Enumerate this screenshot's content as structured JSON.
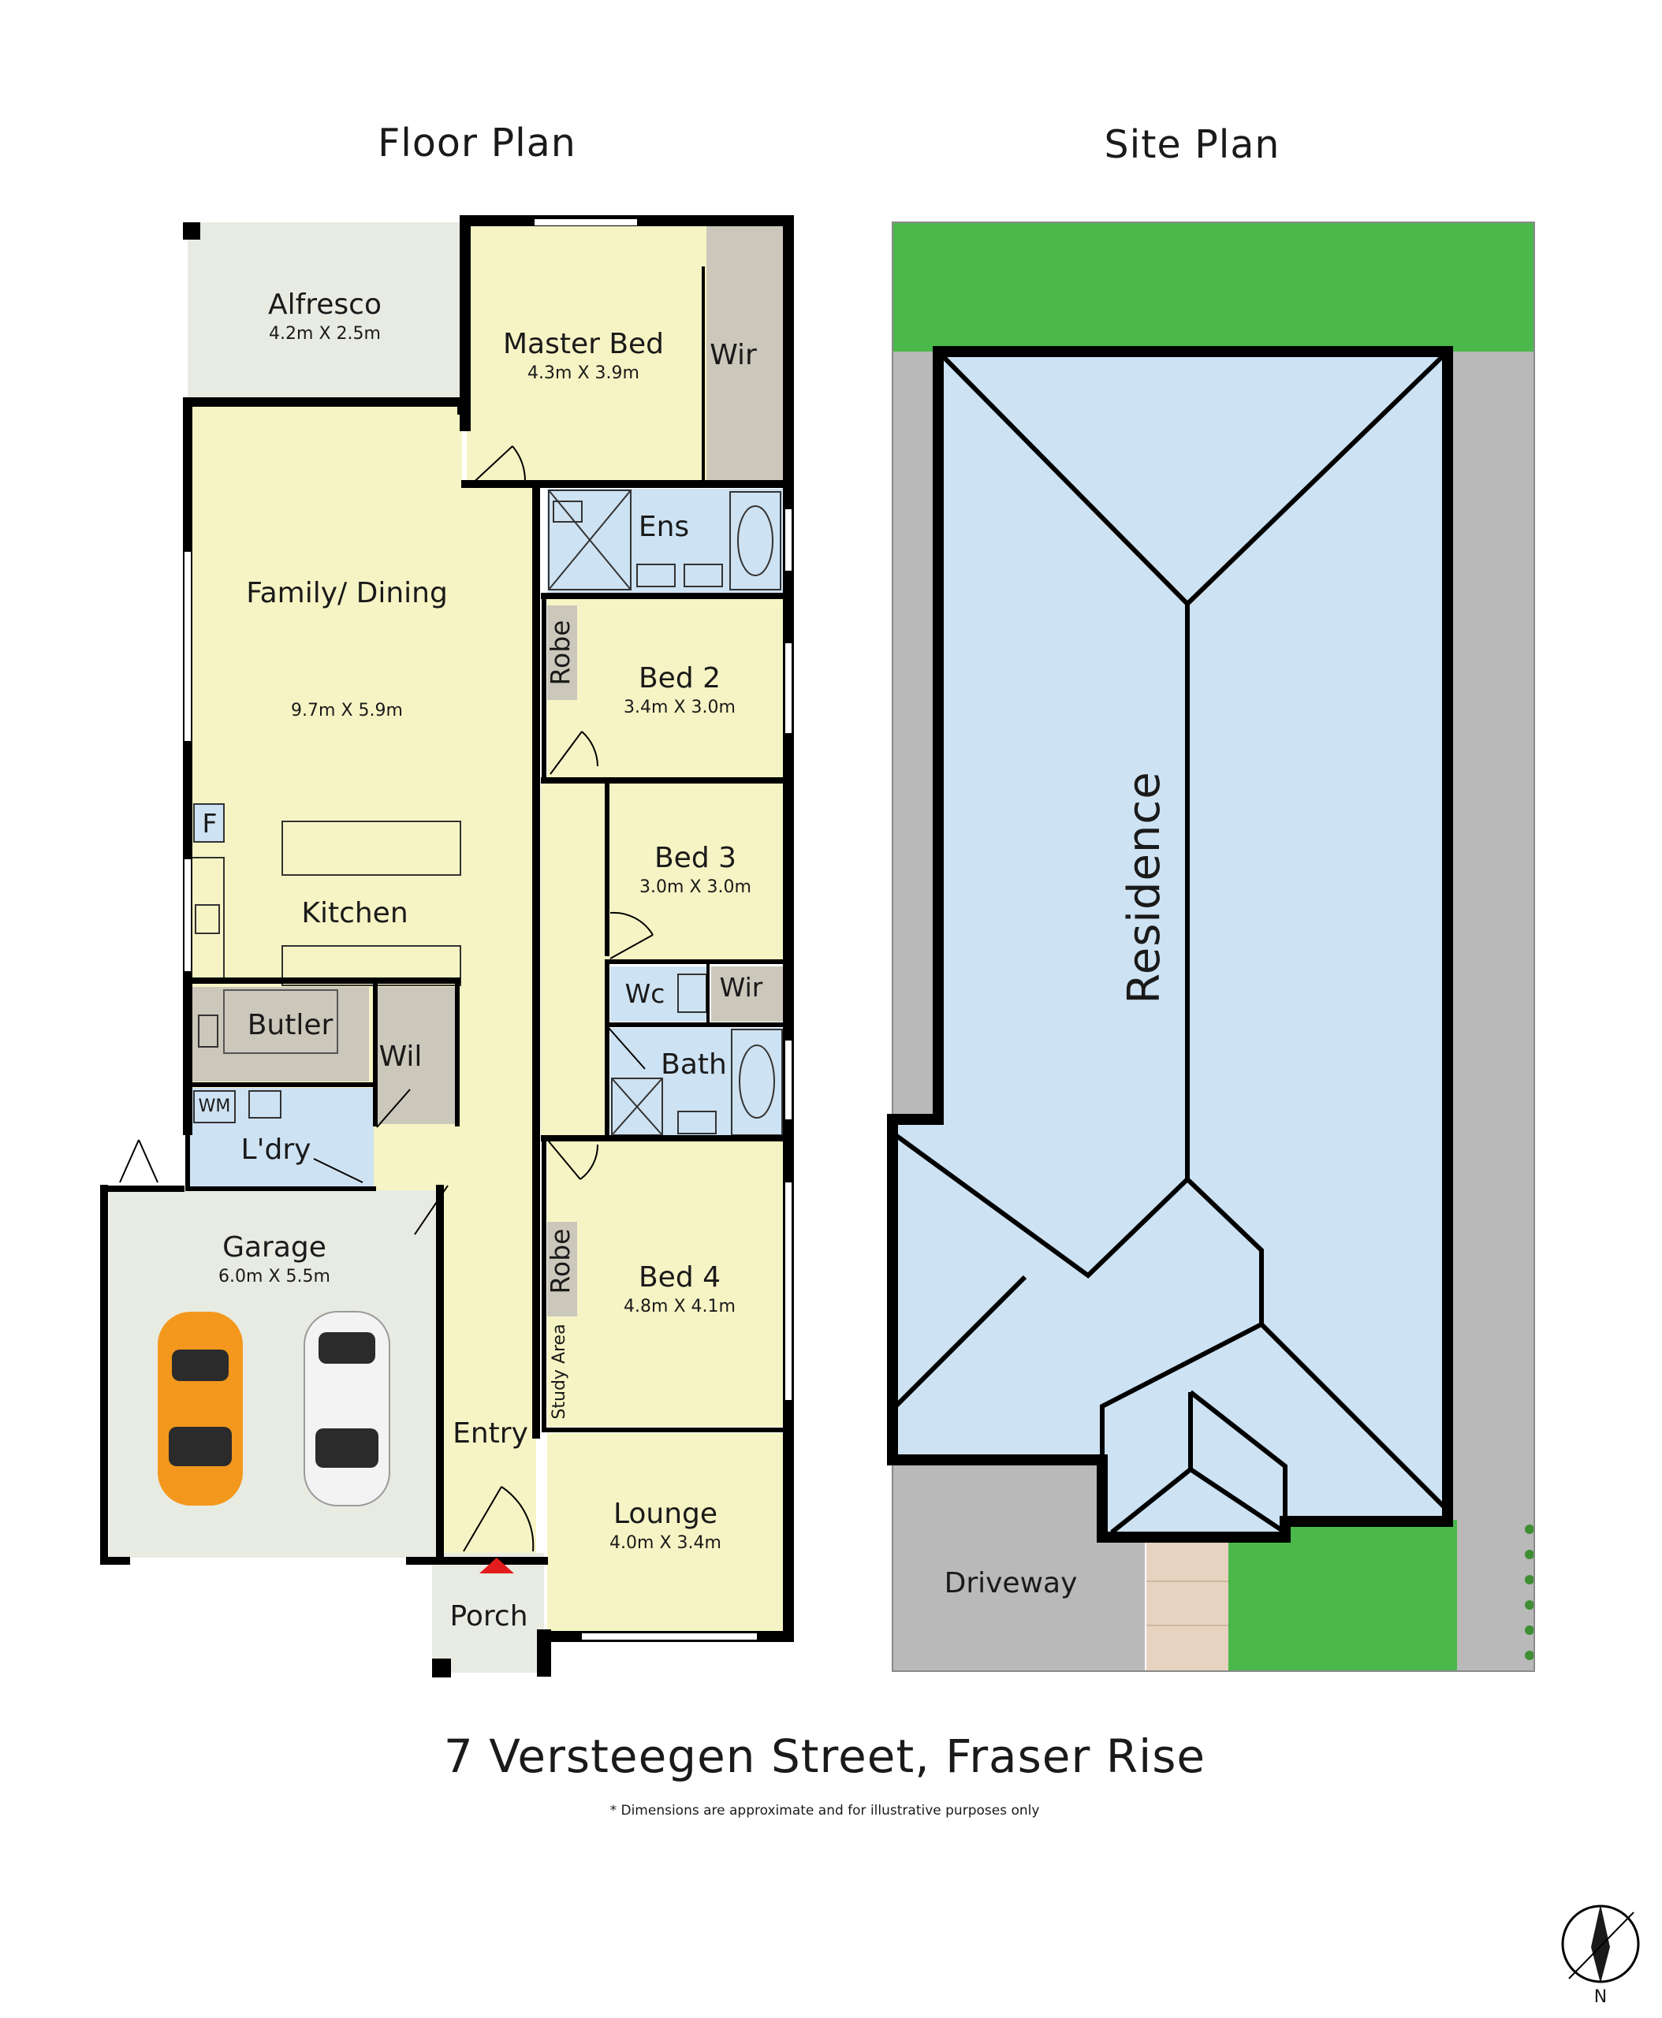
{
  "titles": {
    "floor_plan": "Floor Plan",
    "site_plan": "Site Plan"
  },
  "address": "7 Versteegen Street, Fraser Rise",
  "disclaimer": "* Dimensions are approximate and for illustrative purposes only",
  "compass_label": "N",
  "floor_plan": {
    "rooms": [
      {
        "id": "alfresco",
        "name": "Alfresco",
        "dims": "4.2m X 2.5m"
      },
      {
        "id": "master-bed",
        "name": "Master Bed",
        "dims": "4.3m X 3.9m"
      },
      {
        "id": "master-wir",
        "name": "Wir"
      },
      {
        "id": "ensuite",
        "name": "Ens"
      },
      {
        "id": "family-dining",
        "name": "Family/ Dining",
        "dims": "9.7m X 5.9m"
      },
      {
        "id": "bed2-robe",
        "name": "Robe"
      },
      {
        "id": "bed2",
        "name": "Bed 2",
        "dims": "3.4m X 3.0m"
      },
      {
        "id": "bed3",
        "name": "Bed 3",
        "dims": "3.0m X 3.0m"
      },
      {
        "id": "fridge",
        "name": "F"
      },
      {
        "id": "kitchen",
        "name": "Kitchen"
      },
      {
        "id": "wc",
        "name": "Wc"
      },
      {
        "id": "hall-wir",
        "name": "Wir"
      },
      {
        "id": "butler",
        "name": "Butler"
      },
      {
        "id": "wil",
        "name": "Wil"
      },
      {
        "id": "bath",
        "name": "Bath"
      },
      {
        "id": "wm",
        "name": "WM"
      },
      {
        "id": "laundry",
        "name": "L'dry"
      },
      {
        "id": "garage",
        "name": "Garage",
        "dims": "6.0m X 5.5m"
      },
      {
        "id": "bed4-robe",
        "name": "Robe"
      },
      {
        "id": "bed4",
        "name": "Bed 4",
        "dims": "4.8m X 4.1m"
      },
      {
        "id": "study",
        "name": "Study Area"
      },
      {
        "id": "entry",
        "name": "Entry"
      },
      {
        "id": "lounge",
        "name": "Lounge",
        "dims": "4.0m X 3.4m"
      },
      {
        "id": "porch",
        "name": "Porch"
      }
    ]
  },
  "site_plan": {
    "residence_label": "Residence",
    "driveway_label": "Driveway"
  },
  "colors": {
    "living": "#f6f4c4",
    "wet": "#cde2f2",
    "storage": "#cbc7bb",
    "outdoor": "#e8ebe2",
    "lawn": "#4bb84c",
    "hardstand": "#b9b9b9",
    "roof": "#cde2f2",
    "paving": "#e6d3c0",
    "wall": "#000000",
    "entry_marker": "#e21c1c",
    "car_orange": "#f3981d",
    "car_white": "#f3f3f3"
  }
}
